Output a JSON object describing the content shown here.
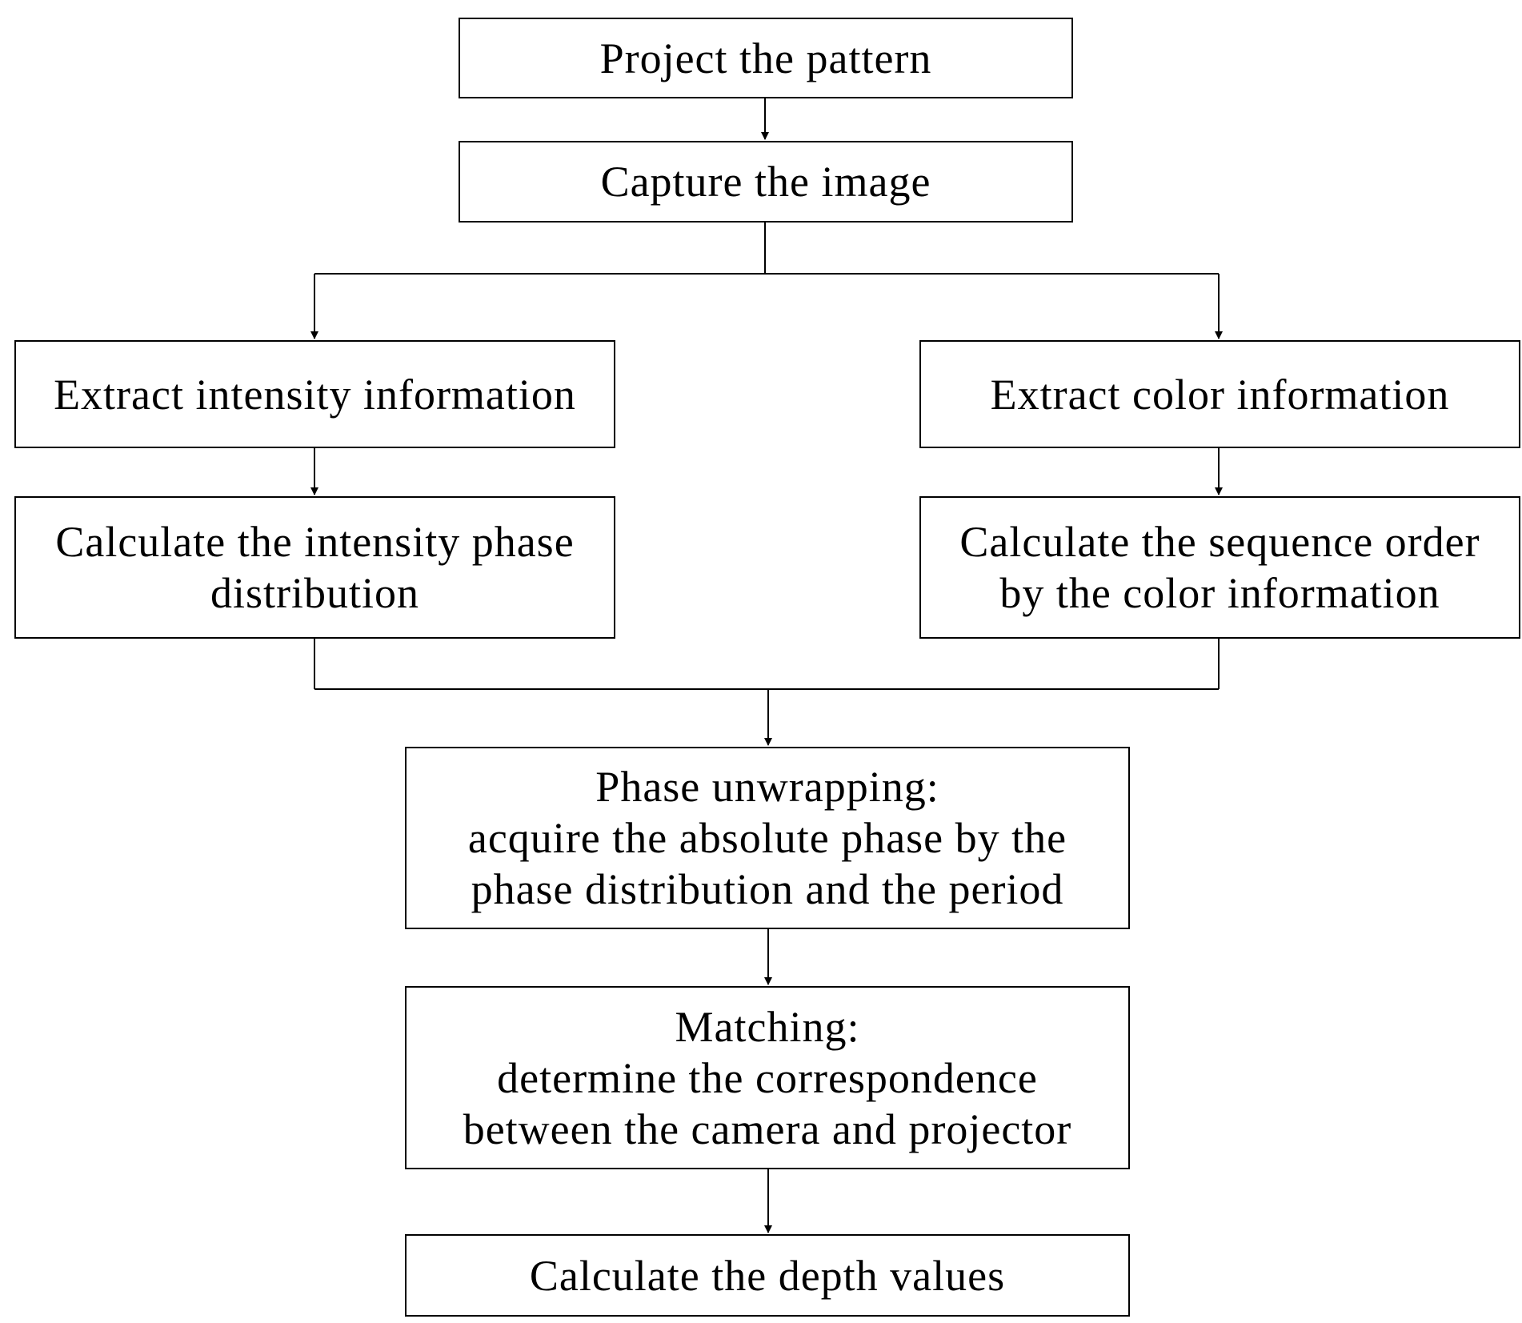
{
  "diagram": {
    "colors": {
      "stroke": "#000000",
      "box_fill": "#ffffff",
      "text": "#000000"
    },
    "boxes": {
      "project": {
        "text": "Project the pattern"
      },
      "capture": {
        "text": "Capture the image"
      },
      "extract_intensity": {
        "text": "Extract intensity information"
      },
      "extract_color": {
        "text": "Extract color information"
      },
      "calc_phase": {
        "text": "Calculate the intensity phase\ndistribution"
      },
      "calc_order": {
        "text": "Calculate the sequence order\nby the color information"
      },
      "unwrap": {
        "text": "Phase unwrapping:\nacquire the absolute phase by the\nphase distribution and the period"
      },
      "matching": {
        "text": "Matching:\ndetermine the correspondence\nbetween the camera and projector"
      },
      "depth": {
        "text": "Calculate the depth values"
      }
    }
  }
}
